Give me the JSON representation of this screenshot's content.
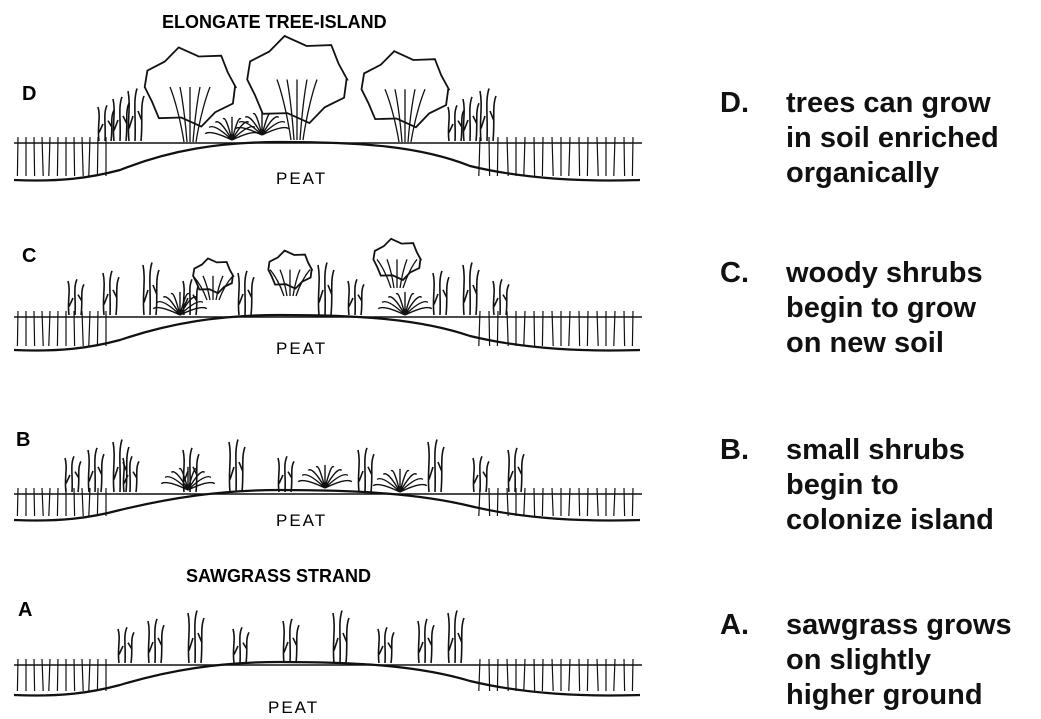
{
  "titles": {
    "top": "ELONGATE TREE-ISLAND",
    "bottom": "SAWGRASS STRAND"
  },
  "panels": [
    {
      "letter": "D",
      "ground": "PEAT"
    },
    {
      "letter": "C",
      "ground": "PEAT"
    },
    {
      "letter": "B",
      "ground": "PEAT"
    },
    {
      "letter": "A",
      "ground": "PEAT"
    }
  ],
  "captions": [
    {
      "letter": "D.",
      "lines": [
        "trees can grow",
        "in soil enriched",
        "organically"
      ]
    },
    {
      "letter": "C.",
      "lines": [
        "woody shrubs",
        "begin to grow",
        "on new soil"
      ]
    },
    {
      "letter": "B.",
      "lines": [
        "small shrubs",
        "begin to",
        "colonize island"
      ]
    },
    {
      "letter": "A.",
      "lines": [
        "sawgrass grows",
        "on slightly",
        "higher ground"
      ]
    }
  ]
}
